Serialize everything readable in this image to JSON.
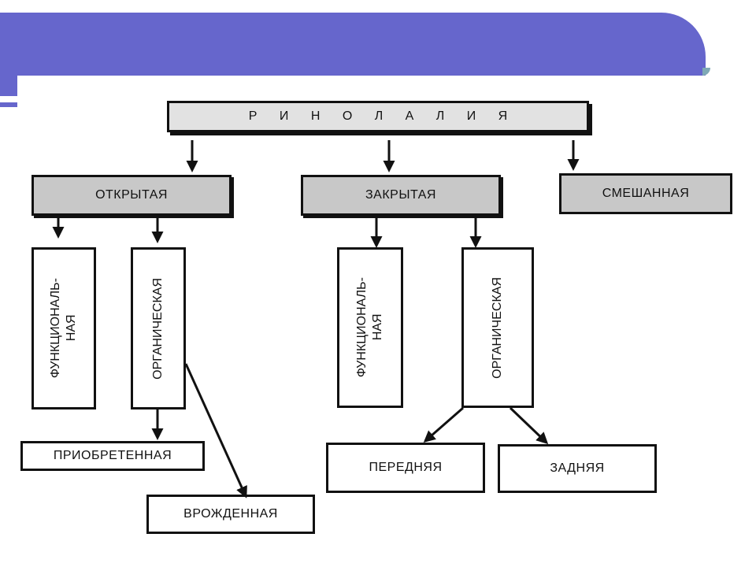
{
  "header": {
    "band_color": "#6666cc"
  },
  "diagram": {
    "root": {
      "label": "Р И Н О Л А Л И Я"
    },
    "open": {
      "label": "ОТКРЫТАЯ",
      "functional": {
        "line1": "ФУНКЦИОНАЛЬ-",
        "line2": "НАЯ"
      },
      "organic": {
        "label": "ОРГАНИЧЕСКАЯ",
        "acquired": "ПРИОБРЕТЕННАЯ",
        "congenital": "ВРОЖДЕННАЯ"
      }
    },
    "closed": {
      "label": "ЗАКРЫТАЯ",
      "functional": {
        "line1": "ФУНКЦИОНАЛЬ-",
        "line2": "НАЯ"
      },
      "organic": {
        "label": "ОРГАНИЧЕСКАЯ",
        "anterior": "ПЕРЕДНЯЯ",
        "posterior": "ЗАДНЯЯ"
      }
    },
    "mixed": {
      "label": "СМЕШАННАЯ"
    }
  }
}
